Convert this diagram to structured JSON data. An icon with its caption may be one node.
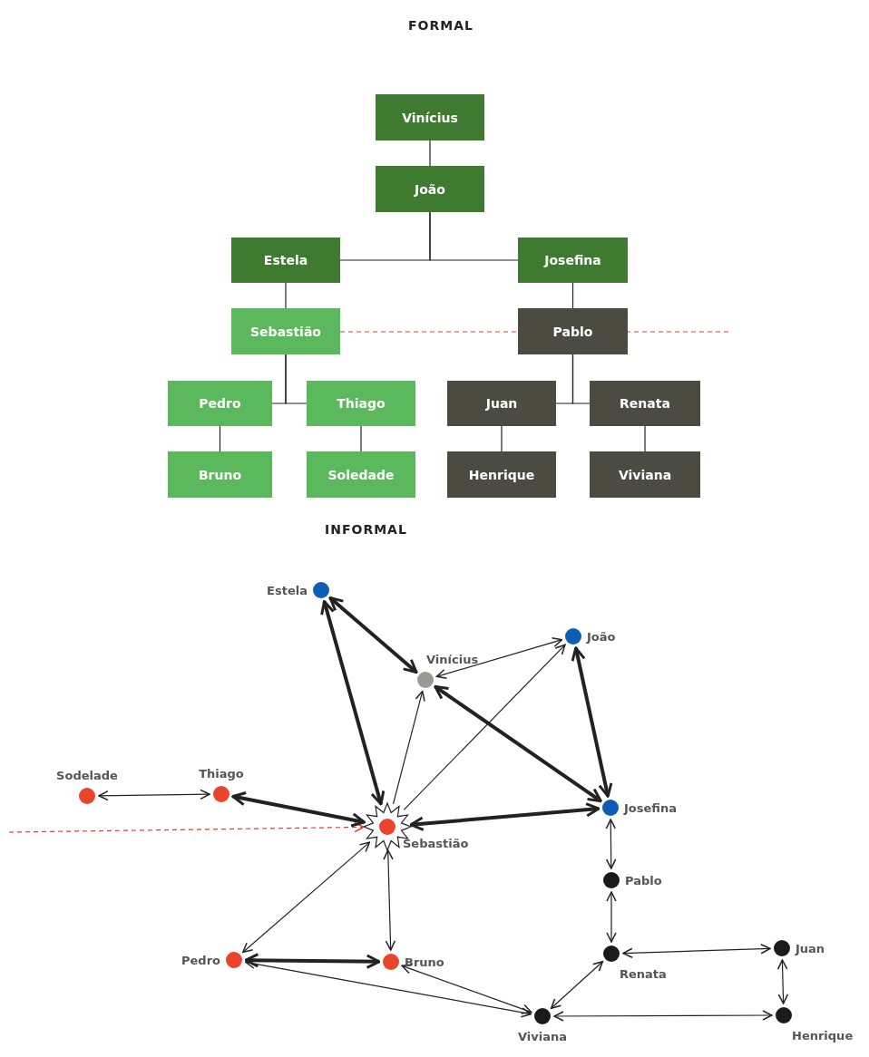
{
  "diagram": {
    "nodes": [
      {
        "text": [
          "Vinícius"
        ]
      },
      {
        "text": [
          "João"
        ]
      },
      {
        "text": [
          "Estela"
        ]
      },
      {
        "text": [
          "Josefina"
        ]
      },
      {
        "text": [
          "Sebastião"
        ]
      },
      {
        "text": [
          "Pablo"
        ]
      },
      {
        "text": [
          "Pedro"
        ]
      },
      {
        "text": [
          "Thiago"
        ]
      },
      {
        "text": [
          "Juan"
        ]
      },
      {
        "text": [
          "Renata"
        ]
      },
      {
        "text": [
          "Bruno"
        ]
      },
      {
        "text": [
          "Soledade"
        ]
      },
      {
        "text": [
          "Henrique"
        ]
      },
      {
        "text": [
          "Viviana"
        ]
      },
      {
        "text": [
          "Estela"
        ]
      },
      {
        "text": [
          "João"
        ]
      },
      {
        "text": [
          "Vinícius"
        ]
      },
      {
        "text": [
          "Sodelade"
        ]
      },
      {
        "text": [
          "Thiago"
        ]
      },
      {
        "text": [
          "Sebastião"
        ]
      },
      {
        "text": [
          "Josefina"
        ]
      },
      {
        "text": [
          "Pablo"
        ]
      },
      {
        "text": [
          "Pedro"
        ]
      },
      {
        "text": [
          "Bruno"
        ]
      },
      {
        "text": [
          "Renata"
        ]
      },
      {
        "text": [
          "Juan"
        ]
      },
      {
        "text": [
          "Viviana"
        ]
      },
      {
        "text": [
          "Henrique"
        ]
      }
    ],
    "edges": [
      {
        "from": 0,
        "to": 1,
        "arrow": "none"
      },
      {
        "from": 1,
        "to": 2,
        "arrow": "none"
      },
      {
        "from": 1,
        "to": 3,
        "arrow": "none"
      },
      {
        "from": 2,
        "to": 4,
        "arrow": "none"
      },
      {
        "from": 3,
        "to": 5,
        "arrow": "none"
      },
      {
        "from": 4,
        "to": 6,
        "arrow": "none"
      },
      {
        "from": 4,
        "to": 7,
        "arrow": "none"
      },
      {
        "from": 5,
        "to": 8,
        "arrow": "none"
      },
      {
        "from": 5,
        "to": 9,
        "arrow": "none"
      },
      {
        "from": 6,
        "to": 10,
        "arrow": "none"
      },
      {
        "from": 7,
        "to": 11,
        "arrow": "none"
      },
      {
        "from": 8,
        "to": 12,
        "arrow": "none"
      },
      {
        "from": 9,
        "to": 13,
        "arrow": "none"
      },
      {
        "from": 4,
        "to": null,
        "arrow": "none",
        "style": "dashed",
        "color": "#e03c31"
      },
      {
        "from": null,
        "to": 19,
        "arrow": "to",
        "style": "dashed",
        "color": "#e03c31"
      },
      {
        "from": 14,
        "to": 19,
        "arrow": "both",
        "style": "thick"
      },
      {
        "from": 14,
        "to": 16,
        "arrow": "both",
        "style": "thick"
      },
      {
        "from": 16,
        "to": 15,
        "arrow": "both"
      },
      {
        "from": 19,
        "to": 16,
        "arrow": "to"
      },
      {
        "from": 19,
        "to": 15,
        "arrow": "to"
      },
      {
        "from": 16,
        "to": 20,
        "arrow": "both",
        "style": "thick"
      },
      {
        "from": 15,
        "to": 20,
        "arrow": "both",
        "style": "thick"
      },
      {
        "from": 17,
        "to": 18,
        "arrow": "both"
      },
      {
        "from": 18,
        "to": 19,
        "arrow": "both",
        "style": "thick"
      },
      {
        "from": 19,
        "to": 20,
        "arrow": "both",
        "style": "thick"
      },
      {
        "from": 20,
        "to": 21,
        "arrow": "both"
      },
      {
        "from": 21,
        "to": 24,
        "arrow": "both"
      },
      {
        "from": 19,
        "to": 22,
        "arrow": "both"
      },
      {
        "from": 19,
        "to": 23,
        "arrow": "both"
      },
      {
        "from": 22,
        "to": 23,
        "arrow": "both",
        "style": "thick"
      },
      {
        "from": 22,
        "to": 26,
        "arrow": "both"
      },
      {
        "from": 23,
        "to": 26,
        "arrow": "both"
      },
      {
        "from": 24,
        "to": 26,
        "arrow": "both"
      },
      {
        "from": 24,
        "to": 25,
        "arrow": "both"
      },
      {
        "from": 25,
        "to": 27,
        "arrow": "both"
      },
      {
        "from": 26,
        "to": 27,
        "arrow": "both"
      }
    ],
    "labels": [
      "FORMAL",
      "INFORMAL"
    ]
  }
}
